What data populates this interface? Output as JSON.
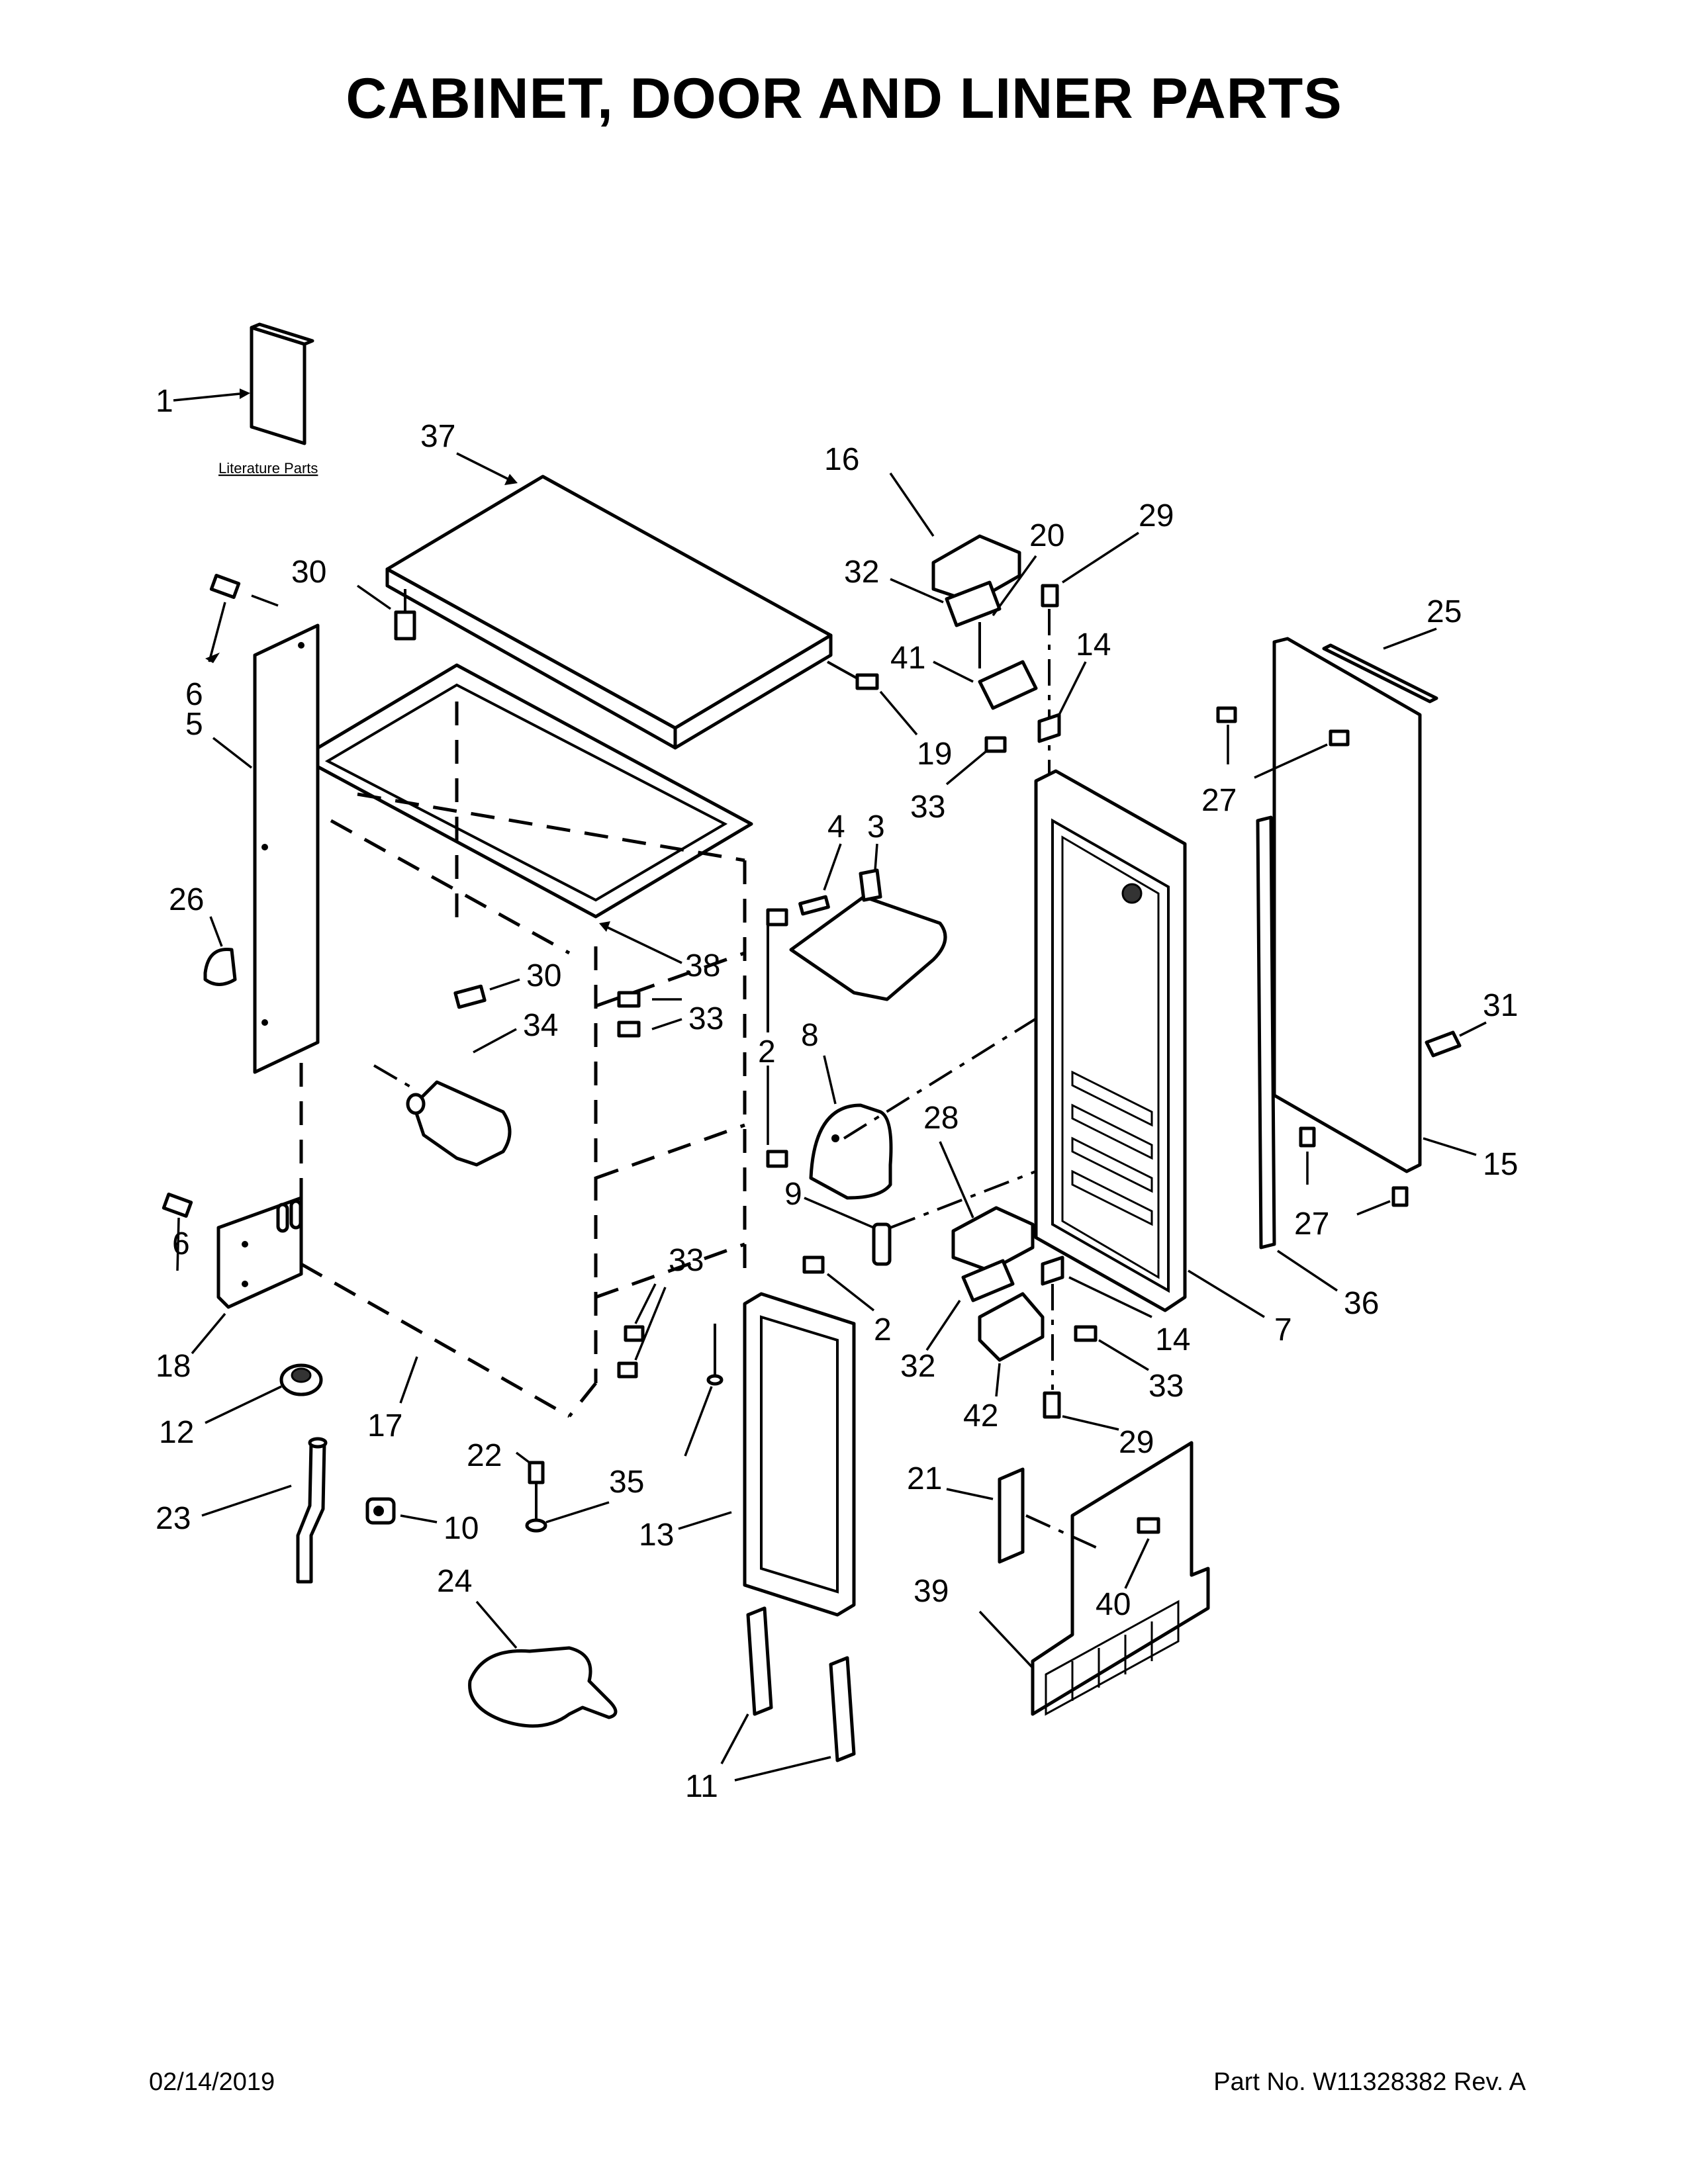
{
  "title": "CABINET, DOOR AND LINER PARTS",
  "literature_label": "Literature Parts",
  "callouts": {
    "c1": "1",
    "c37": "37",
    "c16": "16",
    "c20": "20",
    "c29a": "29",
    "c32a": "32",
    "c30a": "30",
    "c6a": "6",
    "c5": "5",
    "c41": "41",
    "c14a": "14",
    "c25": "25",
    "c19": "19",
    "c33a": "33",
    "c27a": "27",
    "c26": "26",
    "c4": "4",
    "c3": "3",
    "c38": "38",
    "c30b": "30",
    "c33b": "33",
    "c34": "34",
    "c2a": "2",
    "c8": "8",
    "c31": "31",
    "c28": "28",
    "c15": "15",
    "c6b": "6",
    "c9": "9",
    "c27b": "27",
    "c33c": "33",
    "c2b": "2",
    "c7": "7",
    "c36": "36",
    "c18": "18",
    "c14b": "14",
    "c32b": "32",
    "c33d": "33",
    "c42": "42",
    "c12": "12",
    "c17": "17",
    "c29b": "29",
    "c22": "22",
    "c35": "35",
    "c21": "21",
    "c23": "23",
    "c10": "10",
    "c13": "13",
    "c39": "39",
    "c40": "40",
    "c24": "24",
    "c11": "11"
  },
  "footer": {
    "date": "02/14/2019",
    "part_number": "Part No.  W11328382  Rev.  A"
  }
}
